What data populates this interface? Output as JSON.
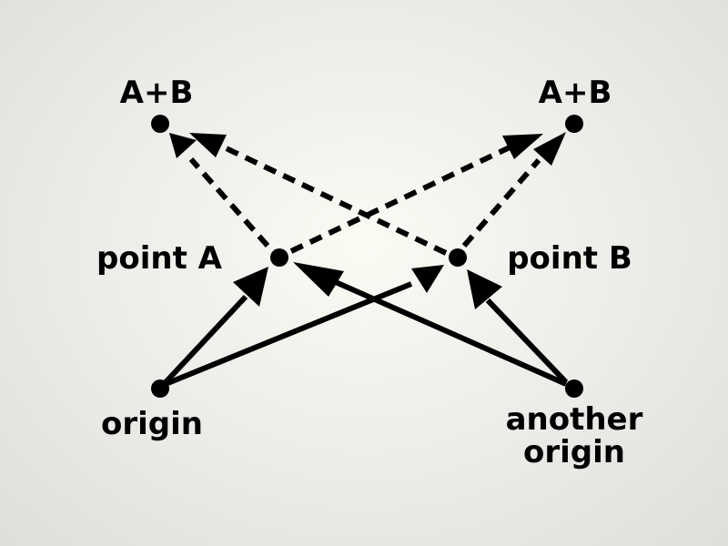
{
  "colors": {
    "ink": "#000000"
  },
  "labels": {
    "ab_left": "A+B",
    "ab_right": "A+B",
    "point_a": "point A",
    "point_b": "point B",
    "origin": "origin",
    "another_origin_line1": "another",
    "another_origin_line2": "origin"
  }
}
